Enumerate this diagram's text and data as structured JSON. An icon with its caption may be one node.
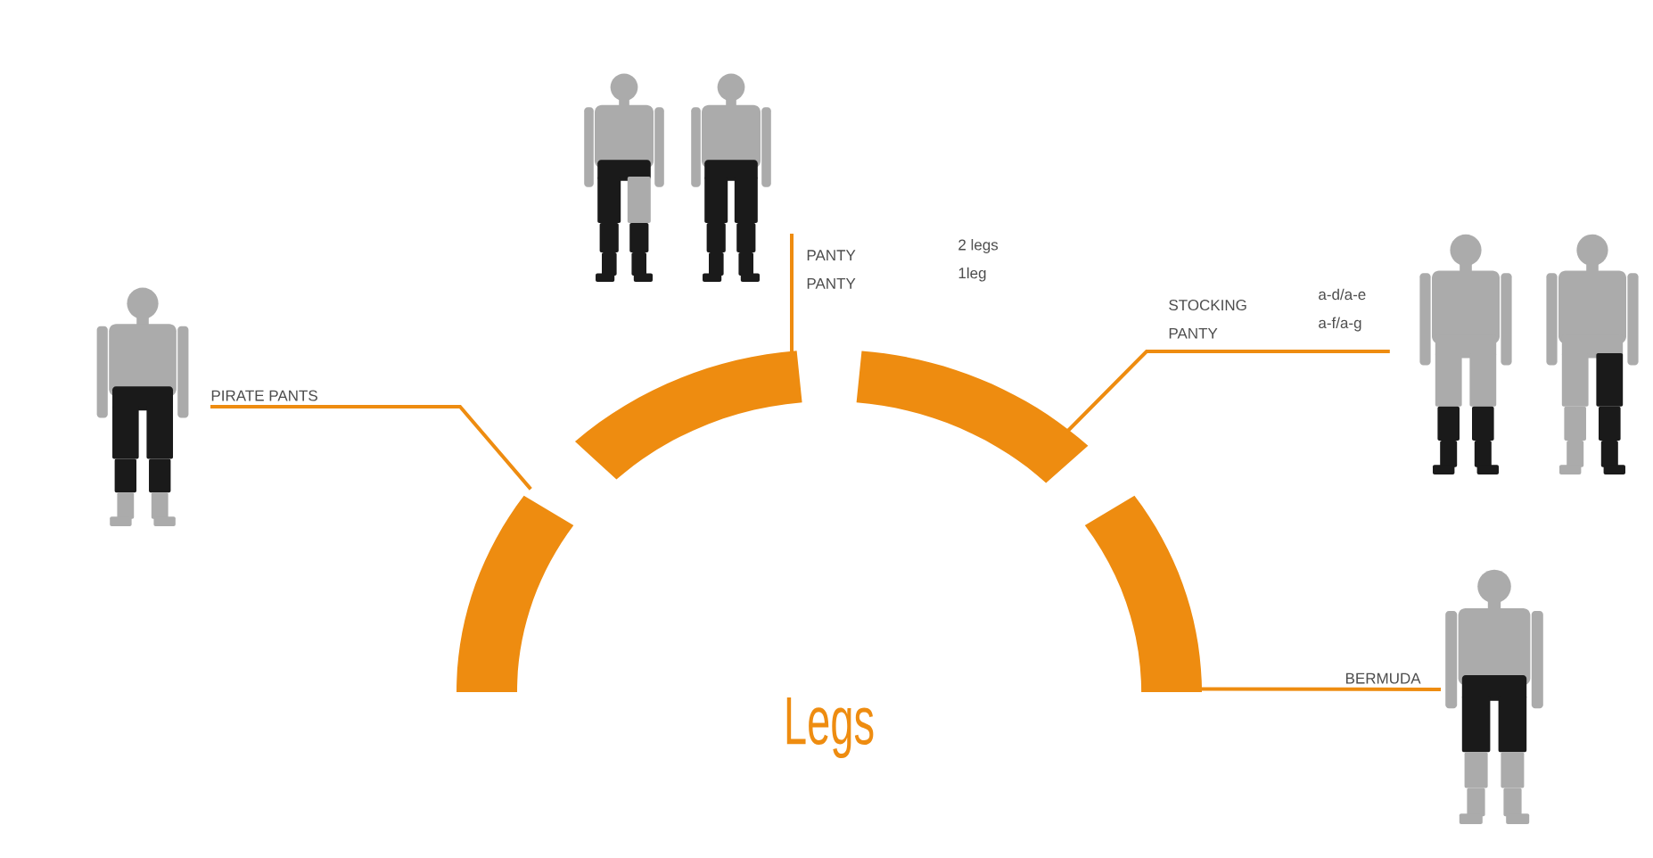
{
  "diagram": {
    "title": "Legs",
    "nodes": [
      {
        "text": [],
        "shape": "arc"
      },
      {
        "text": [],
        "shape": "arc"
      },
      {
        "text": [],
        "shape": "arc"
      },
      {
        "text": [],
        "shape": "arc"
      },
      {
        "text": [
          "PIRATE PANTS"
        ]
      },
      {
        "text": [
          "PANTY",
          "2 legs",
          "PANTY",
          "1leg"
        ]
      },
      {
        "text": [
          "STOCKING",
          "a-d/a-e",
          "PANTY",
          "a-f/a-g"
        ]
      },
      {
        "text": [
          "BERMUDA"
        ]
      }
    ],
    "edges": [
      {
        "from": 4,
        "to": 0,
        "arrow": "none"
      },
      {
        "from": 5,
        "to": 1,
        "arrow": "none"
      },
      {
        "from": 6,
        "to": 2,
        "arrow": "none"
      },
      {
        "from": 7,
        "to": 3,
        "arrow": "none"
      }
    ]
  }
}
